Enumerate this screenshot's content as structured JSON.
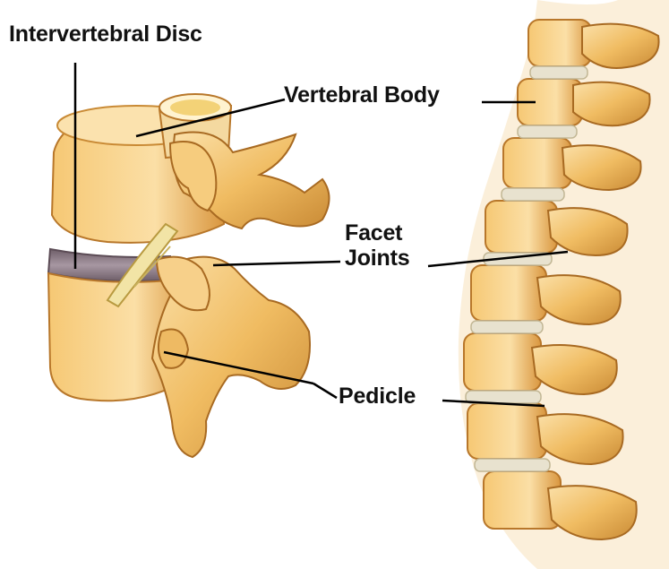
{
  "labels": {
    "intervertebral_disc": "Intervertebral Disc",
    "vertebral_body": "Vertebral Body",
    "facet_line1": "Facet",
    "facet_line2": "Joints",
    "pedicle": "Pedicle"
  },
  "colors": {
    "bone_light": "#F7D08A",
    "bone_mid": "#E9A94A",
    "bone_dark": "#B8772A",
    "disc": "#8E7B86",
    "disc_light": "#E8E2CF",
    "nerve": "#F2E4A6",
    "leader_line": "#000000"
  }
}
